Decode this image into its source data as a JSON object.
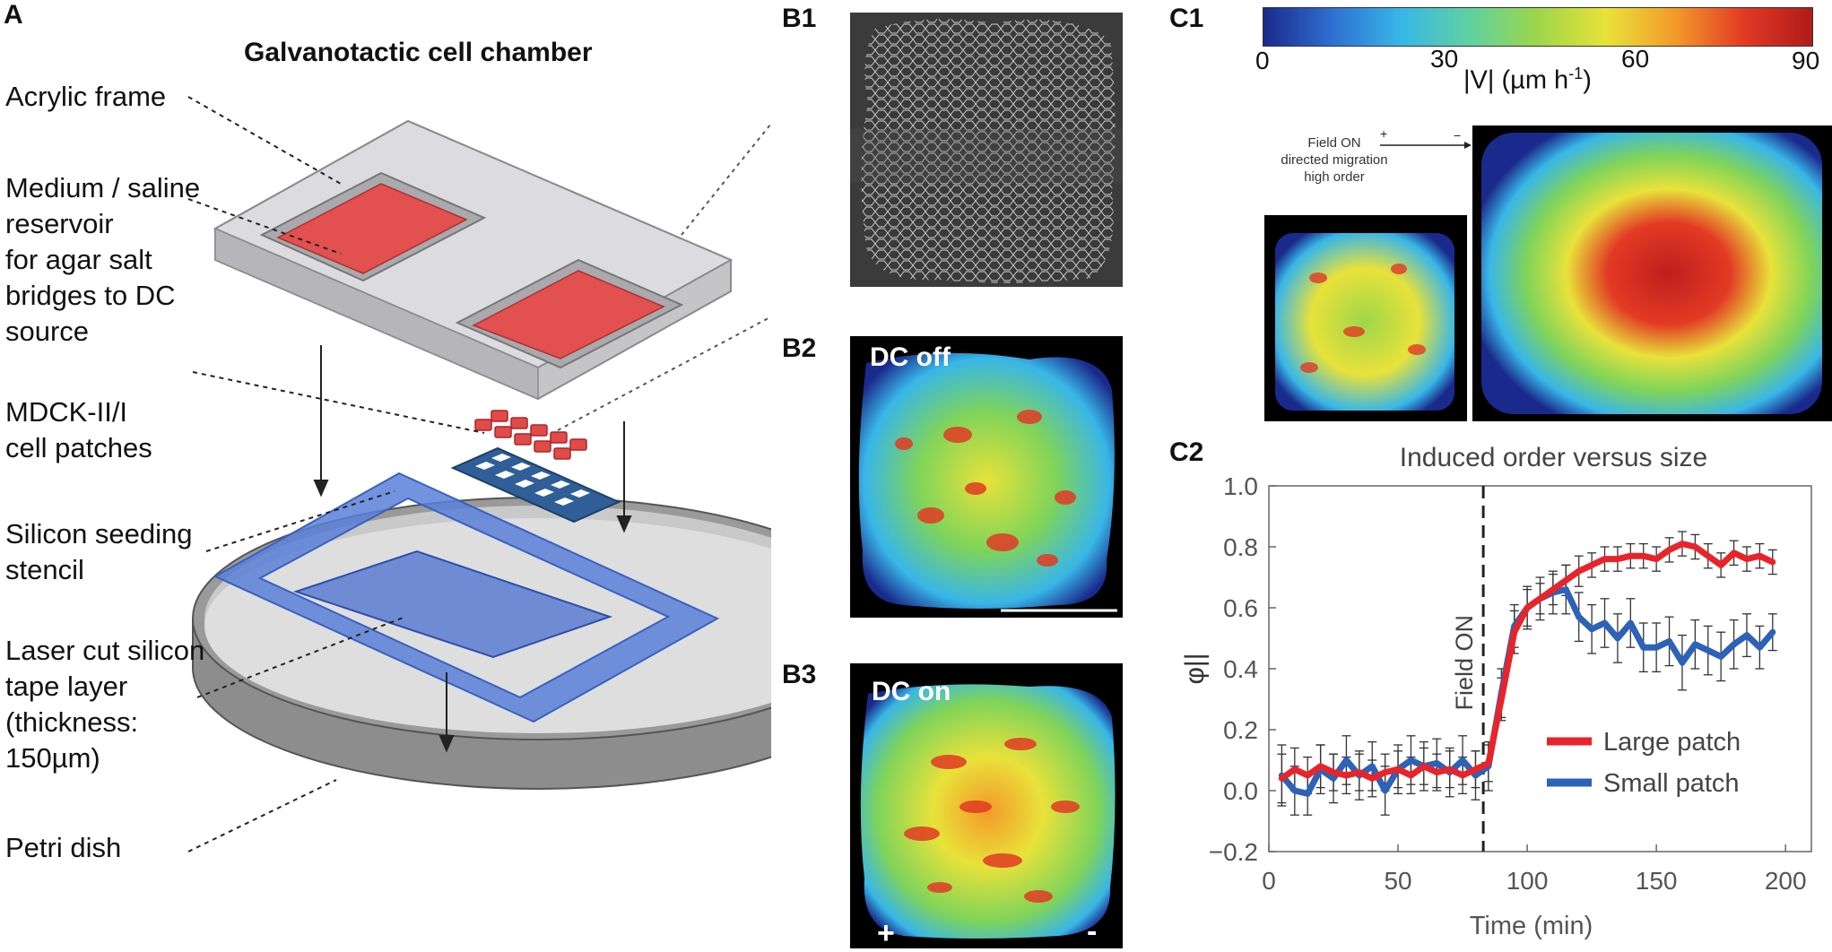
{
  "panel_a": {
    "label": "A",
    "title": "Galvanotactic cell chamber",
    "labels": {
      "acrylic": "Acrylic frame",
      "reservoir": [
        "Medium / saline",
        "reservoir",
        "for agar salt",
        "bridges to DC",
        "source"
      ],
      "cells": [
        "MDCK-II/I",
        "cell patches"
      ],
      "stencil": [
        "Silicon seeding",
        "stencil"
      ],
      "tape": [
        "Laser cut silicon",
        "tape layer",
        "(thickness:",
        "150µm)"
      ],
      "dish": "Petri dish"
    }
  },
  "panel_b": {
    "b1": "B1",
    "b2": "B2",
    "b3": "B3",
    "dc_off": "DC off",
    "dc_on": "DC on",
    "plus": "+",
    "minus": "-"
  },
  "panel_c1": {
    "label": "C1",
    "colorbar_ticks": [
      "0",
      "30",
      "60",
      "90"
    ],
    "colorbar_label": "|V| (µm h",
    "colorbar_label_sup": "-1",
    "colorbar_label_end": ")",
    "colors": [
      "#1a2a8c",
      "#2f6fd0",
      "#38b6e8",
      "#5fd1a0",
      "#9ed64a",
      "#e8e23a",
      "#f39a2a",
      "#e23a24",
      "#b01a1a"
    ],
    "annotation": [
      "Field ON",
      "directed migration",
      "high order"
    ],
    "arrow_plus": "+",
    "arrow_minus": "−"
  },
  "panel_c2": {
    "label": "C2",
    "chart_data": {
      "type": "line",
      "title": "Induced order versus size",
      "xlabel": "Time (min)",
      "ylabel": "φ||",
      "xlim": [
        0,
        210
      ],
      "ylim": [
        -0.2,
        1.0
      ],
      "x_ticks": [
        "0",
        "50",
        "100",
        "150",
        "200"
      ],
      "y_ticks": [
        "−0.2",
        "0.0",
        "0.2",
        "0.4",
        "0.6",
        "0.8",
        "1.0"
      ],
      "annotation": "Field ON",
      "annotation_x": 83,
      "legend_position": "bottom-right",
      "series": [
        {
          "name": "Large patch",
          "color": "#e8242a",
          "x": [
            5,
            10,
            15,
            20,
            25,
            30,
            35,
            40,
            45,
            50,
            55,
            60,
            65,
            70,
            75,
            80,
            85,
            90,
            95,
            100,
            105,
            110,
            115,
            120,
            125,
            130,
            135,
            140,
            145,
            150,
            155,
            160,
            165,
            170,
            175,
            180,
            185,
            190,
            195
          ],
          "values": [
            0.04,
            0.07,
            0.05,
            0.08,
            0.06,
            0.05,
            0.06,
            0.04,
            0.06,
            0.07,
            0.05,
            0.08,
            0.06,
            0.07,
            0.05,
            0.07,
            0.09,
            0.3,
            0.52,
            0.6,
            0.63,
            0.66,
            0.69,
            0.72,
            0.74,
            0.76,
            0.76,
            0.77,
            0.77,
            0.76,
            0.79,
            0.81,
            0.8,
            0.77,
            0.74,
            0.78,
            0.76,
            0.77,
            0.75
          ],
          "err": [
            0.08,
            0.07,
            0.06,
            0.07,
            0.06,
            0.06,
            0.06,
            0.06,
            0.06,
            0.06,
            0.06,
            0.06,
            0.06,
            0.06,
            0.06,
            0.06,
            0.06,
            0.07,
            0.07,
            0.06,
            0.05,
            0.05,
            0.05,
            0.05,
            0.04,
            0.04,
            0.04,
            0.04,
            0.04,
            0.04,
            0.04,
            0.04,
            0.04,
            0.04,
            0.04,
            0.04,
            0.04,
            0.04,
            0.04
          ]
        },
        {
          "name": "Small patch",
          "color": "#2c62b8",
          "x": [
            5,
            10,
            15,
            20,
            25,
            30,
            35,
            40,
            45,
            50,
            55,
            60,
            65,
            70,
            75,
            80,
            85,
            90,
            95,
            100,
            105,
            110,
            115,
            120,
            125,
            130,
            135,
            140,
            145,
            150,
            155,
            160,
            165,
            170,
            175,
            180,
            185,
            190,
            195
          ],
          "values": [
            0.05,
            0.0,
            -0.01,
            0.07,
            0.04,
            0.1,
            0.05,
            0.08,
            0.0,
            0.07,
            0.1,
            0.08,
            0.09,
            0.06,
            0.1,
            0.05,
            0.08,
            0.32,
            0.54,
            0.6,
            0.63,
            0.65,
            0.66,
            0.57,
            0.53,
            0.55,
            0.5,
            0.55,
            0.47,
            0.47,
            0.49,
            0.42,
            0.48,
            0.46,
            0.44,
            0.48,
            0.51,
            0.47,
            0.52
          ],
          "err": [
            0.1,
            0.08,
            0.07,
            0.08,
            0.08,
            0.08,
            0.08,
            0.08,
            0.08,
            0.08,
            0.08,
            0.08,
            0.08,
            0.08,
            0.08,
            0.08,
            0.08,
            0.08,
            0.07,
            0.07,
            0.07,
            0.07,
            0.08,
            0.08,
            0.08,
            0.08,
            0.08,
            0.08,
            0.08,
            0.08,
            0.08,
            0.09,
            0.08,
            0.08,
            0.08,
            0.08,
            0.07,
            0.07,
            0.06
          ]
        }
      ]
    }
  }
}
